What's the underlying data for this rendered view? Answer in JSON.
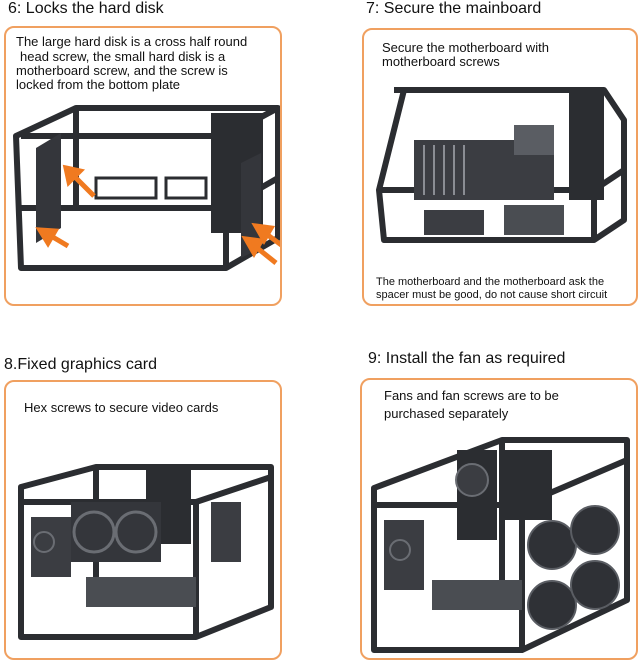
{
  "steps": [
    {
      "title": "6: Locks the hard disk",
      "captions": [
        "The large hard disk is a cross half round",
        "head screw, the small hard disk is a",
        "motherboard screw, and the screw is",
        "locked from the bottom plate"
      ]
    },
    {
      "title": "7: Secure the mainboard",
      "captions": [
        "Secure the motherboard with",
        "motherboard screws"
      ],
      "notes": [
        "The motherboard and the motherboard ask the",
        "spacer must be good, do not cause short circuit"
      ]
    },
    {
      "title": "8.Fixed graphics card",
      "captions": [
        "Hex screws to secure video cards"
      ]
    },
    {
      "title": "9: Install the fan as required",
      "captions": [
        "Fans and fan screws are to be",
        "purchased separately"
      ]
    }
  ],
  "colors": {
    "panel_border": "#f0a060",
    "arrow": "#f07a20",
    "frame": "#2b2d31"
  }
}
